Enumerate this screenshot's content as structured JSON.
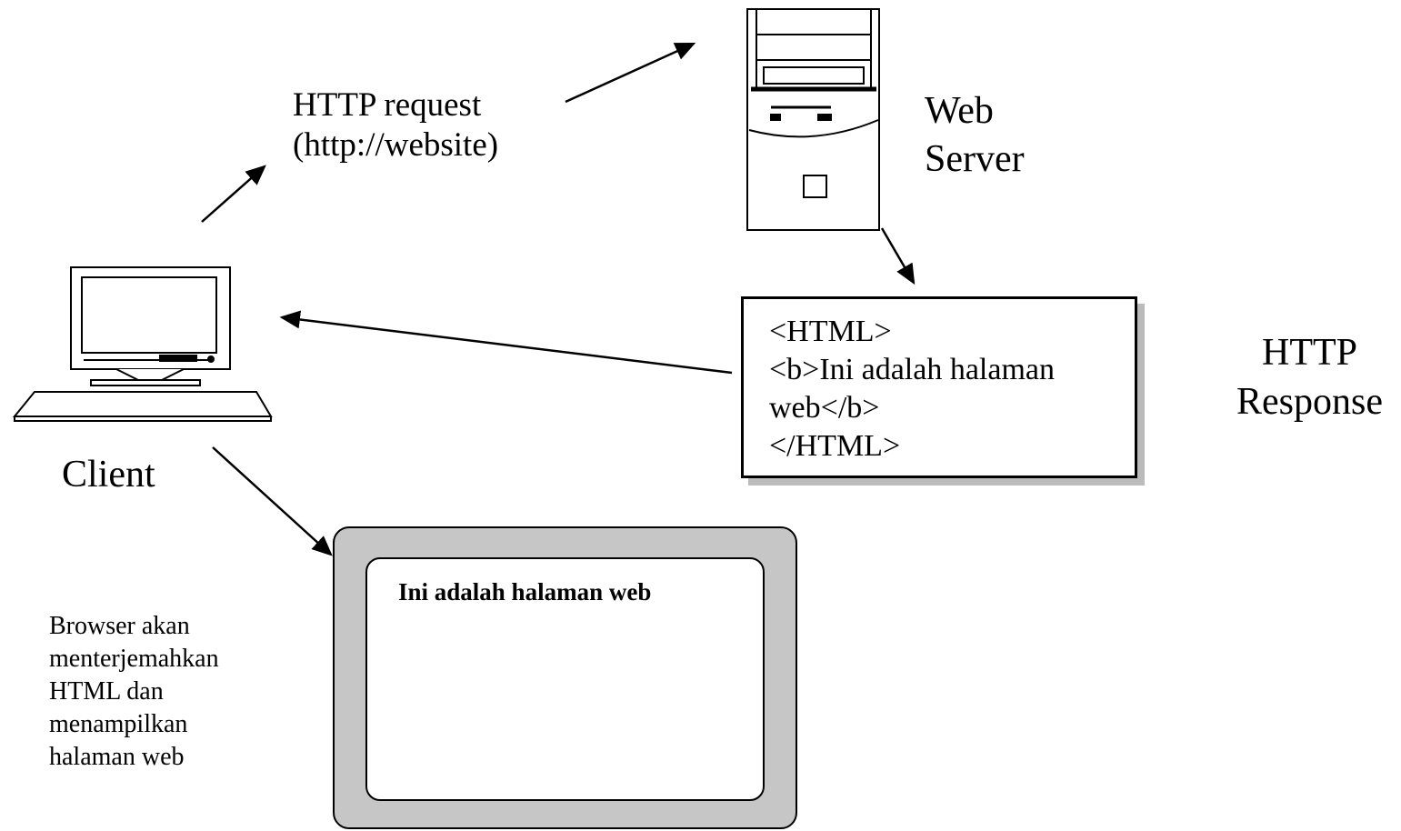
{
  "request_label": {
    "line1": "HTTP request",
    "line2": "(http://website)"
  },
  "server_label": {
    "line1": "Web",
    "line2": "Server"
  },
  "response_label": {
    "line1": "HTTP",
    "line2": "Response"
  },
  "client_label": "Client",
  "html_code": {
    "line1": "<HTML>",
    "line2": "<b>Ini adalah halaman",
    "line3": "web</b>",
    "line4": "</HTML>"
  },
  "browser": {
    "rendered_text": "Ini adalah halaman web"
  },
  "note": {
    "line1": "Browser akan",
    "line2": "menterjemahkan",
    "line3": "HTML dan",
    "line4": "menampilkan",
    "line5": "halaman web"
  },
  "icons": [
    "web-server-tower-icon",
    "client-computer-icon"
  ],
  "colors": {
    "line": "#000000",
    "browser_frame": "#c6c6c6",
    "box_shadow": "#bbbbbb"
  }
}
